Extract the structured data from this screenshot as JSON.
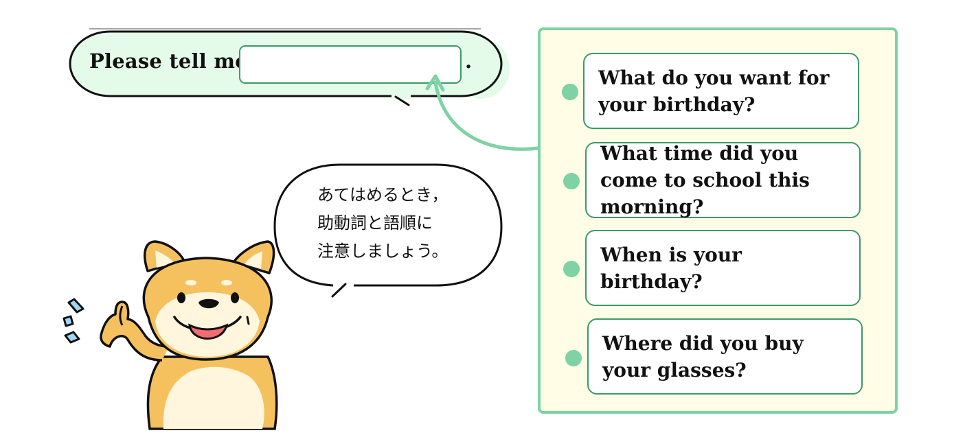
{
  "prompt": {
    "lead_text": "Please tell me",
    "answer_value": "",
    "trailing_period": "."
  },
  "hint_bubble": {
    "lines": [
      "あてはめるとき，",
      "助動詞と語順に",
      "注意しましょう。"
    ]
  },
  "choices": [
    {
      "label": "What do you want for your birthday?"
    },
    {
      "label": "What time did you come to school this morning?"
    },
    {
      "label": "When is your birthday?"
    },
    {
      "label": "Where did you buy your glasses?"
    }
  ],
  "colors": {
    "accent_green": "#7ed2a5",
    "panel_background": "#fffde6",
    "card_border": "#3a9a6a",
    "bubble_fill": "#e5fbe9",
    "dog_fur": "#f5c15f",
    "dog_cream": "#fff6dd",
    "dog_tongue": "#f56b72",
    "sweat_marks": "#9fd8f6"
  },
  "icons": {
    "arrow": "curved-arrow-icon",
    "character": "shiba-dog-icon",
    "sweat": "sweat-drops-icon"
  }
}
